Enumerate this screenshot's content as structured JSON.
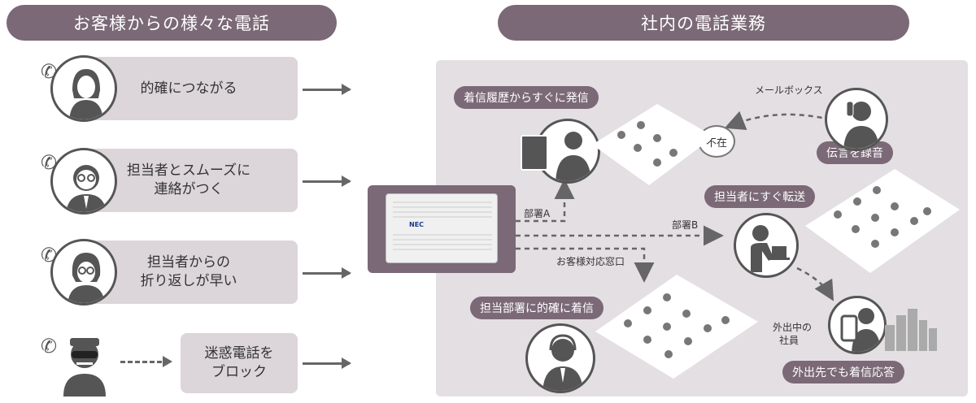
{
  "headers": {
    "left": "お客様からの様々な電話",
    "right": "社内の電話業務"
  },
  "callers": [
    {
      "label_lines": [
        "的確につながる"
      ]
    },
    {
      "label_lines": [
        "担当者とスムーズに",
        "連絡がつく"
      ]
    },
    {
      "label_lines": [
        "担当者からの",
        "折り返しが早い"
      ]
    },
    {
      "label_lines": [
        "迷惑電話を",
        "ブロック"
      ]
    }
  ],
  "pbx": {
    "brand": "NEC"
  },
  "routes": {
    "dept_a": "部署A",
    "dept_b": "部署B",
    "reception": "お客様対応窓口"
  },
  "features": {
    "redial": "着信履歴からすぐに発信",
    "transfer": "担当者にすぐ転送",
    "dept_accurate": "担当部署に的確に着信",
    "record": "伝言を録音",
    "mobile": "外出先でも着信応答"
  },
  "misc": {
    "mailbox": "メールボックス",
    "absent": "不在",
    "outside_line1": "外出中の",
    "outside_line2": "社員"
  },
  "colors": {
    "accent": "#7b6977",
    "box": "#dcd5da",
    "panel": "#e4dfe3"
  }
}
